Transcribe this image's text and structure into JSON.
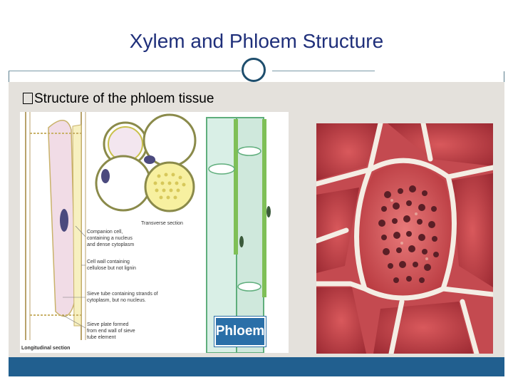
{
  "slide": {
    "title": "Xylem and Phloem Structure",
    "bullet": "Structure of the phloem tissue"
  },
  "diagram": {
    "labels": {
      "transverse": "Transverse section",
      "companion_1": "Companion cell,",
      "companion_2": "containing a nucleus",
      "companion_3": "and dense cytoplasm",
      "cellwall_1": "Cell wall containing",
      "cellwall_2": "cellulose but not lignin",
      "sieve_tube_1": "Sieve tube containing strands of",
      "sieve_tube_2": "cytoplasm, but no nucleus.",
      "sieve_plate_1": "Sieve plate formed",
      "sieve_plate_2": "from end wall of sieve",
      "sieve_plate_3": "tube element",
      "longitudinal": "Longitudinal section"
    },
    "badge": "Phloem"
  },
  "colors": {
    "title": "#1f2f7a",
    "footer": "#215f8f",
    "content_bg": "#e4e1dc",
    "badge_bg": "#2a6fa8"
  }
}
